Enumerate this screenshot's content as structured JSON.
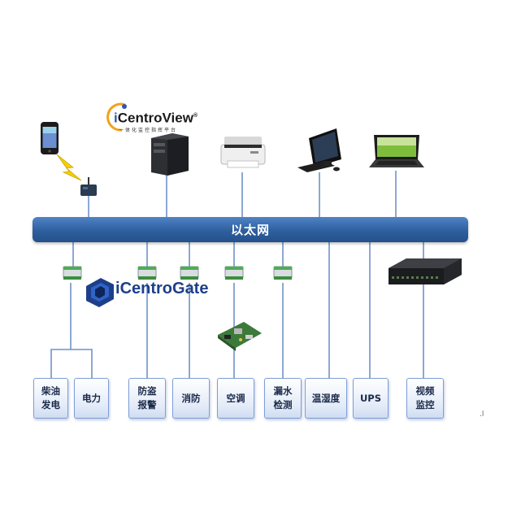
{
  "network": {
    "label": "以太网"
  },
  "logos": {
    "view": {
      "name_prefix": "i",
      "name_main": "CentroView",
      "mark": "®",
      "tagline": "一体化监控指挥平台"
    },
    "gate": {
      "name_prefix": "i",
      "name_main": "CentroGate"
    }
  },
  "systems": [
    {
      "id": "diesel",
      "line1": "柴油",
      "line2": "发电"
    },
    {
      "id": "power",
      "line1": "电力",
      "line2": ""
    },
    {
      "id": "security",
      "line1": "防盗",
      "line2": "报警"
    },
    {
      "id": "fire",
      "line1": "消防",
      "line2": ""
    },
    {
      "id": "aircon",
      "line1": "空调",
      "line2": ""
    },
    {
      "id": "leak",
      "line1": "漏水",
      "line2": "检测"
    },
    {
      "id": "temp",
      "line1": "温湿度",
      "line2": ""
    },
    {
      "id": "ups",
      "line1": "UPS",
      "line2": ""
    },
    {
      "id": "video",
      "line1": "视频",
      "line2": "监控"
    }
  ],
  "corner_mark": ".l",
  "colors": {
    "bus": "#2e5f9e",
    "wire": "#6f93c9",
    "box_border": "#7f9ed6"
  }
}
